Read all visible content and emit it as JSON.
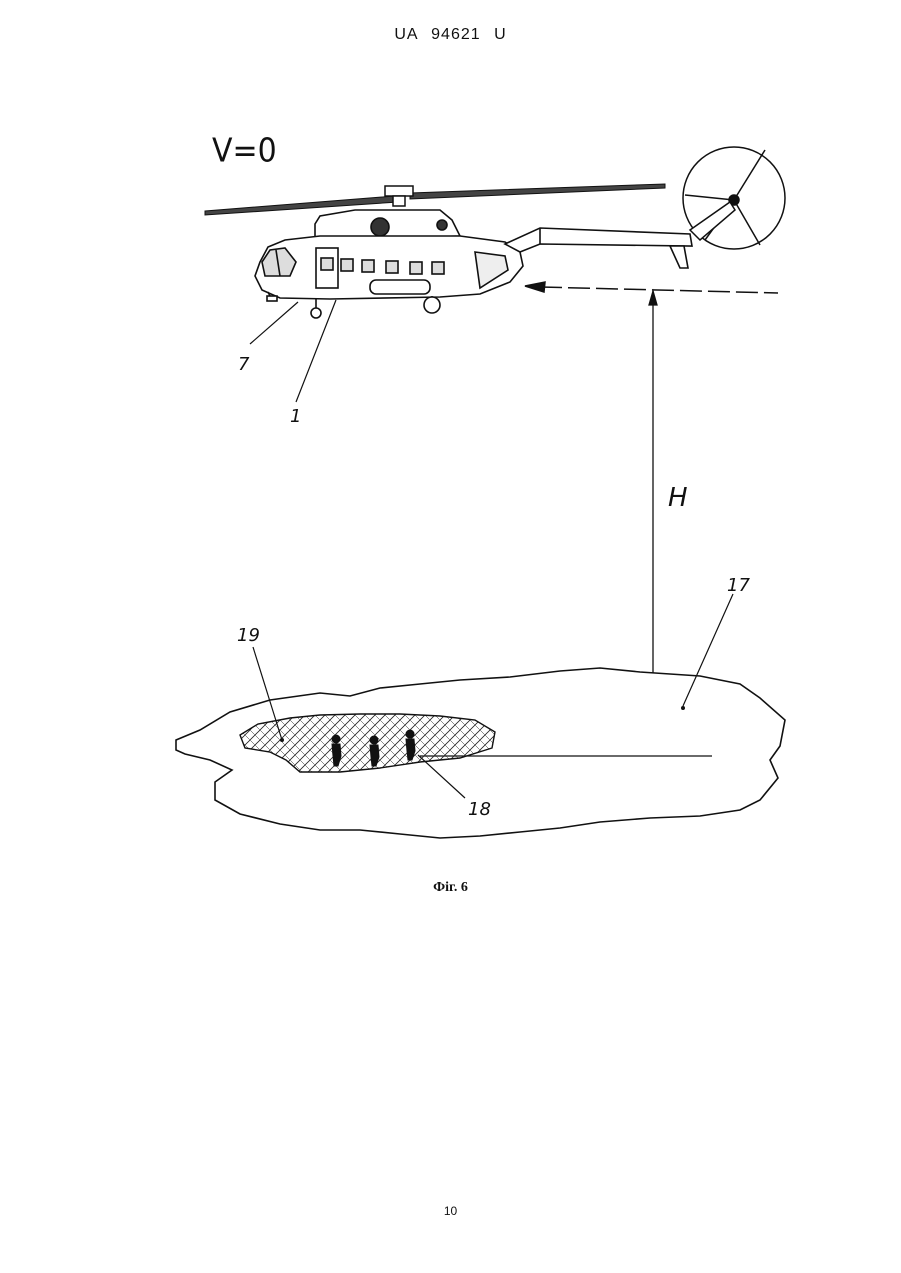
{
  "header": {
    "patent_number": "UA   94621   U"
  },
  "figure": {
    "speed_label": "V=0",
    "height_label": "H",
    "ref_labels": {
      "front": "7",
      "body": "1",
      "zone": "19",
      "terrain": "17",
      "people": "18"
    },
    "caption": "Фіг. 6"
  },
  "footer": {
    "page_number": "10"
  }
}
